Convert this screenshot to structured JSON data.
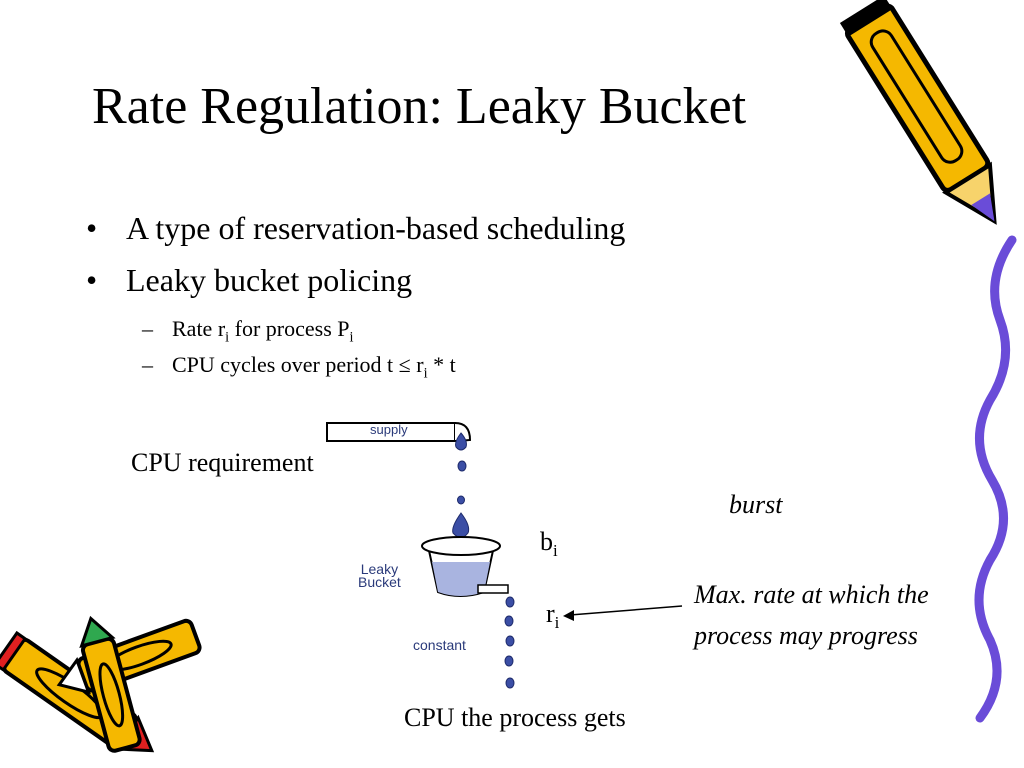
{
  "slide": {
    "title": "Rate Regulation: Leaky Bucket",
    "bullets": [
      {
        "text": "A type of reservation-based scheduling"
      },
      {
        "text": "Leaky bucket policing"
      }
    ],
    "subbullets": [
      {
        "pre": "Rate r",
        "sub1": "i",
        "mid": " for process P",
        "sub2": "i",
        "post": ""
      },
      {
        "pre": "CPU cycles over period t ≤ r",
        "sub1": "i",
        "mid": " * t",
        "sub2": "",
        "post": ""
      }
    ],
    "bullet_glyph": "•",
    "dash_glyph": "–"
  },
  "diagram": {
    "supply_label": "supply",
    "leaky_bucket_line1": "Leaky",
    "leaky_bucket_line2": "Bucket",
    "constant_label": "constant",
    "cpu_requirement": "CPU requirement",
    "burst": "burst",
    "b_label": "b",
    "b_sub": "i",
    "r_label": "r",
    "r_sub": "i",
    "max_rate_line1": "Max. rate at which the",
    "max_rate_line2": "process may  progress",
    "cpu_gets": "CPU the process gets",
    "water_color": "#a9b4e0",
    "drop_color": "#3b4ea5"
  },
  "decor": {
    "accent_colors": [
      "#f5b800",
      "#6a4cd8",
      "#e02020",
      "#2fa84f"
    ]
  }
}
